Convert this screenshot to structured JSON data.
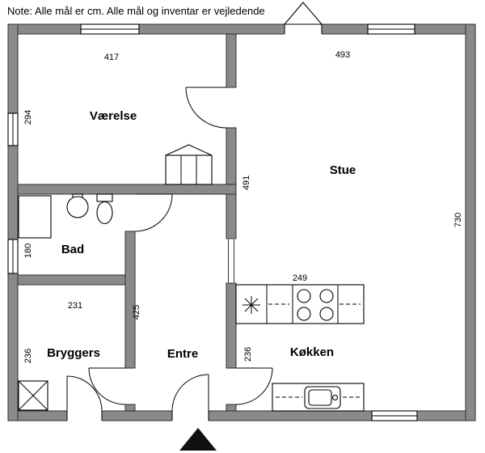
{
  "meta": {
    "note": "Note: Alle mål er cm. Alle mål og inventar er vejledende"
  },
  "rooms": {
    "vaerelse": {
      "label": "Værelse",
      "width_cm": "417",
      "height_cm": "294"
    },
    "stue": {
      "label": "Stue",
      "width_cm": "493",
      "wall_cm": "491",
      "height_cm": "730"
    },
    "bad": {
      "label": "Bad",
      "height_cm": "180"
    },
    "bryggers": {
      "label": "Bryggers",
      "width_cm": "231",
      "height_cm": "236"
    },
    "entre": {
      "label": "Entre",
      "height_cm": "425"
    },
    "koekken": {
      "label": "Køkken",
      "height_cm": "236",
      "counter_cm": "249"
    }
  },
  "colors": {
    "wall_fill": "#8a8a8a",
    "wall_stroke": "#2e2e2e",
    "line": "#000000",
    "background": "#ffffff",
    "entrance_marker": "#111111"
  }
}
